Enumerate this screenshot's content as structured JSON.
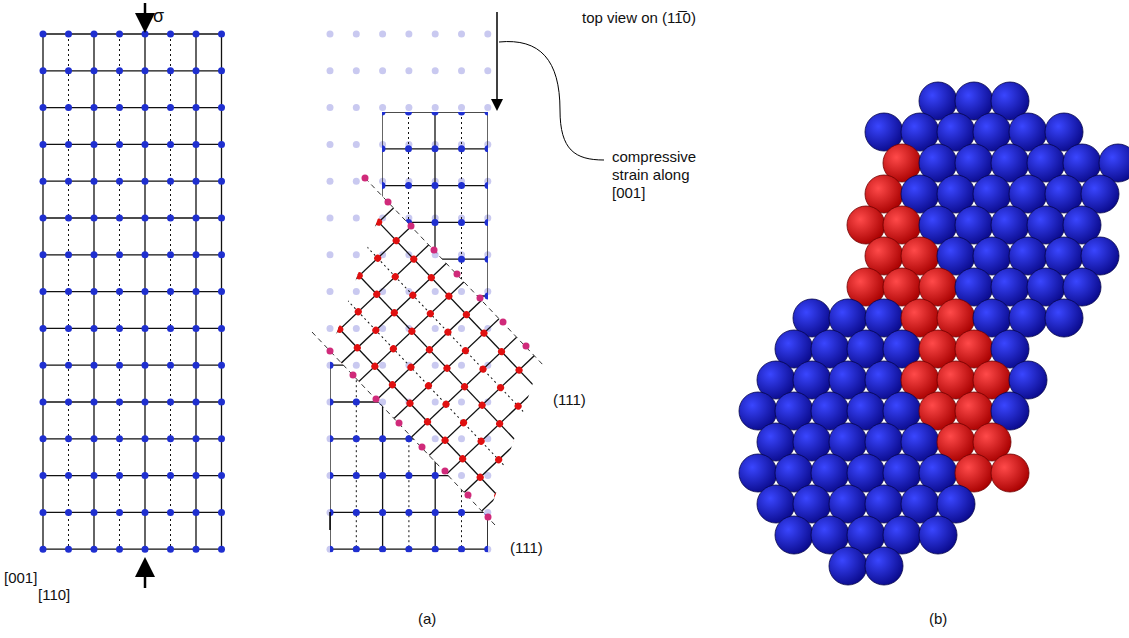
{
  "diagram": {
    "labels": [
      "σ",
      "[001]",
      "[110]",
      "top view on (11̅0)",
      "compressive strain along [001]",
      "(111)",
      "(111)",
      "(a)",
      "(b)"
    ]
  }
}
